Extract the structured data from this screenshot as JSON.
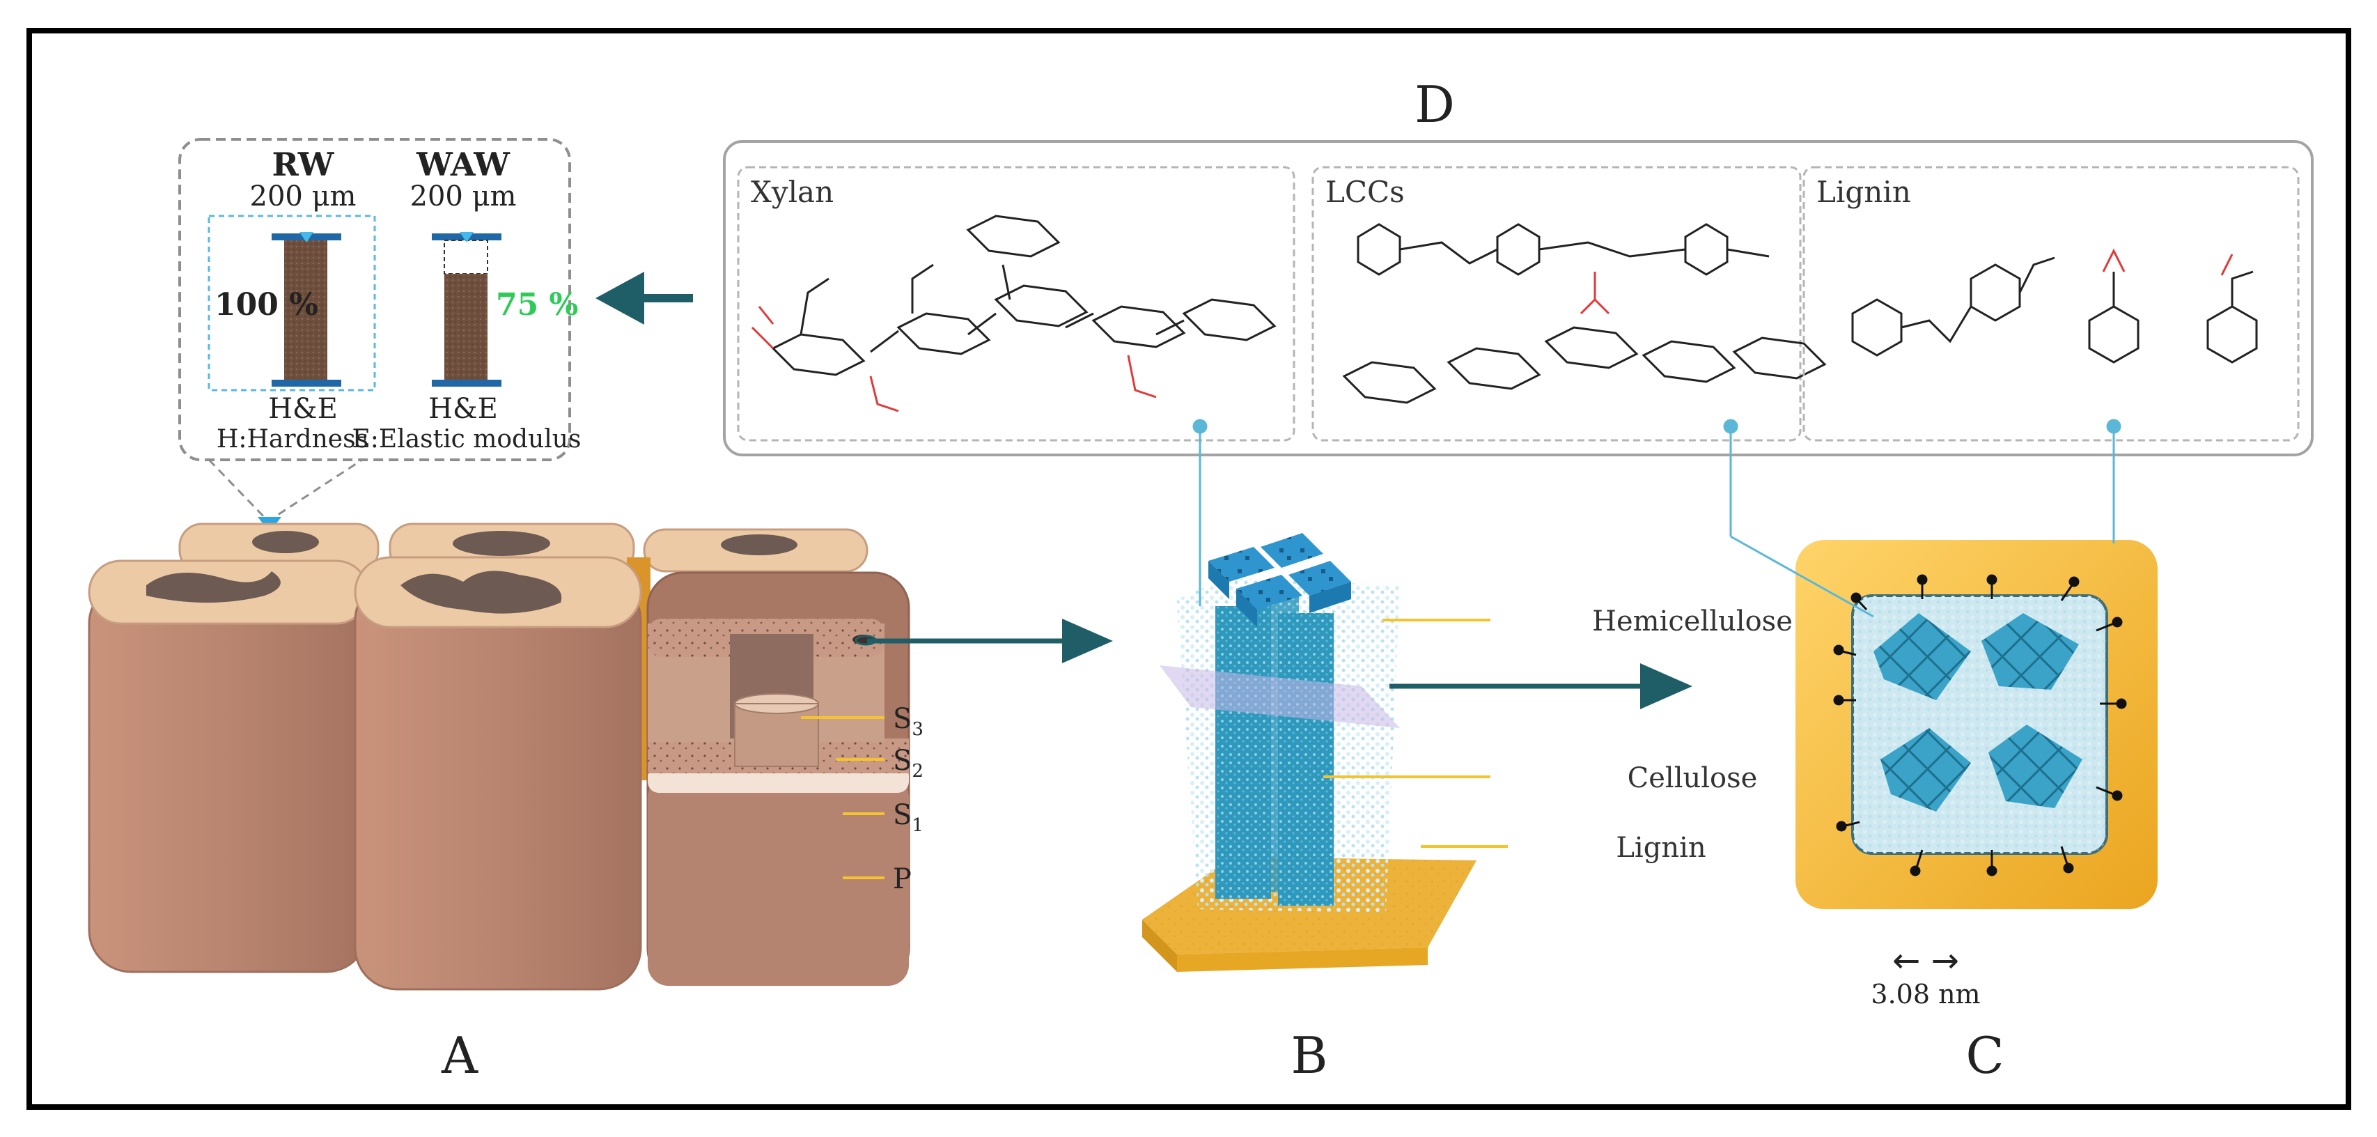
{
  "panel_labels": {
    "a": "A",
    "b": "B",
    "c": "C",
    "d": "D"
  },
  "inset": {
    "rw_title": "RW",
    "rw_size": "200 μm",
    "waw_title": "WAW",
    "waw_size": "200 μm",
    "rw_percent": "100 %",
    "waw_percent": "75 %",
    "rw_he": "H&E",
    "waw_he": "H&E",
    "legend_h": "H:Hardness",
    "legend_e": "E:Elastic modulus"
  },
  "wall_layers": {
    "s3": "S",
    "s3_sub": "3",
    "s2": "S",
    "s2_sub": "2",
    "s1": "S",
    "s1_sub": "1",
    "p": "P"
  },
  "components": {
    "hemicellulose": "Hemicellulose",
    "cellulose": "Cellulose",
    "lignin": "Lignin"
  },
  "structures": {
    "xylan": "Xylan",
    "lccs": "LCCs",
    "lignin": "Lignin"
  },
  "scale": {
    "label": "3.08 nm",
    "arrows": "← →"
  },
  "colors": {
    "cell_wall": "#b98a74",
    "cell_top": "#eccaa6",
    "middle_lamella": "#d9952c",
    "fibril": "#39a6c9",
    "fibril_top": "#2c93cf",
    "matrix": "#f4bc3a",
    "leader": "#f4c430",
    "teal_arrow": "#1f5e66",
    "acetyl": "#e2393a",
    "percent_green": "#2ecb58"
  }
}
